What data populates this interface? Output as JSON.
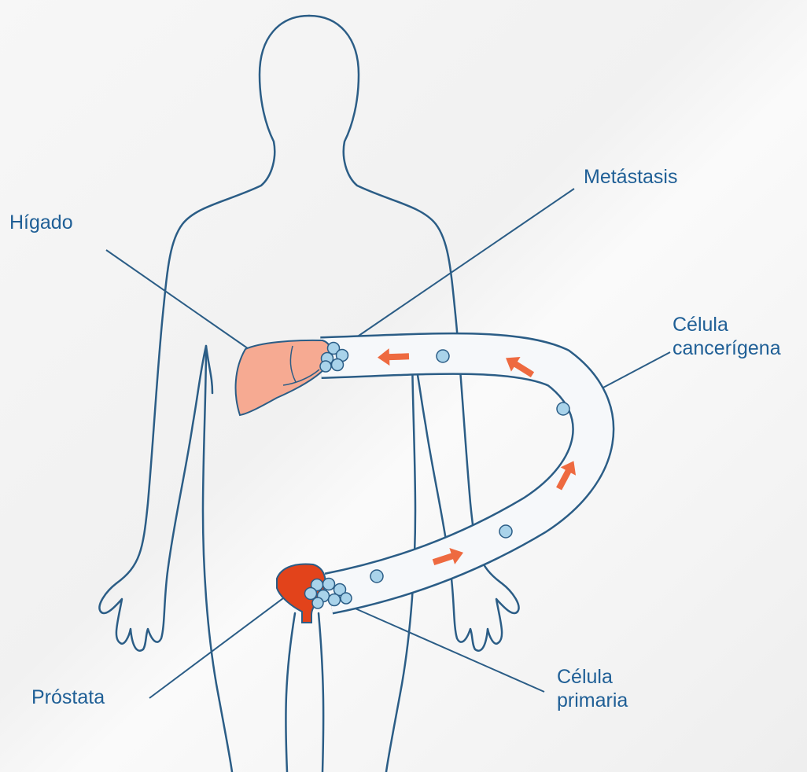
{
  "labels": {
    "higado": "Hígado",
    "metastasis": "Metástasis",
    "celula_cancerigena_line1": "Célula",
    "celula_cancerigena_line2": "cancerígena",
    "prostata": "Próstata",
    "celula_primaria_line1": "Célula",
    "celula_primaria_line2": "primaria"
  },
  "colors": {
    "outline": "#2b5d86",
    "label_text": "#1f5f96",
    "liver_fill": "#f6aa92",
    "prostate_fill": "#e2431b",
    "arrow": "#ee6a40",
    "cell_fill": "#a9d3ea",
    "vessel_fill": "#f6f8fa"
  },
  "icons": {
    "body": "human-body-outline-icon",
    "liver": "liver-icon",
    "prostate": "prostate-icon",
    "cell": "cancer-cell-icon",
    "arrow": "flow-arrow-icon"
  }
}
